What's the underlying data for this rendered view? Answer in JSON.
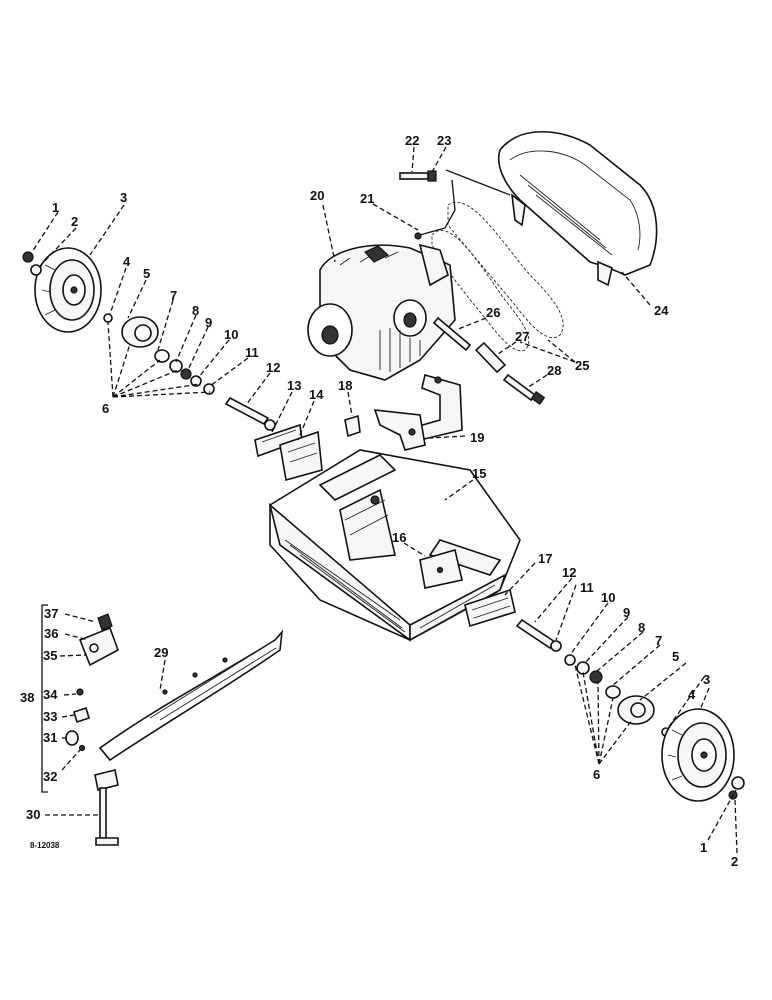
{
  "figure": {
    "drawing_code": "8-12038",
    "callouts": {
      "c1": "1",
      "c2": "2",
      "c3": "3",
      "c4": "4",
      "c5": "5",
      "c6": "6",
      "c7": "7",
      "c8": "8",
      "c9": "9",
      "c10": "10",
      "c11": "11",
      "c12": "12",
      "c13": "13",
      "c14": "14",
      "c15": "15",
      "c16": "16",
      "c17": "17",
      "c18": "18",
      "c19": "19",
      "c20": "20",
      "c21": "21",
      "c22": "22",
      "c23": "23",
      "c24": "24",
      "c25": "25",
      "c26": "26",
      "c27": "27",
      "c28": "28",
      "c29": "29",
      "c30": "30",
      "c31": "31",
      "c32": "32",
      "c33": "33",
      "c34": "34",
      "c35": "35",
      "c36": "36",
      "c37": "37",
      "c38": "38"
    },
    "callouts_right": {
      "c1": "1",
      "c2": "2",
      "c3": "3",
      "c4": "4",
      "c5": "5",
      "c6": "6",
      "c7": "7",
      "c8": "8",
      "c9": "9",
      "c10": "10",
      "c11": "11",
      "c12": "12"
    }
  }
}
